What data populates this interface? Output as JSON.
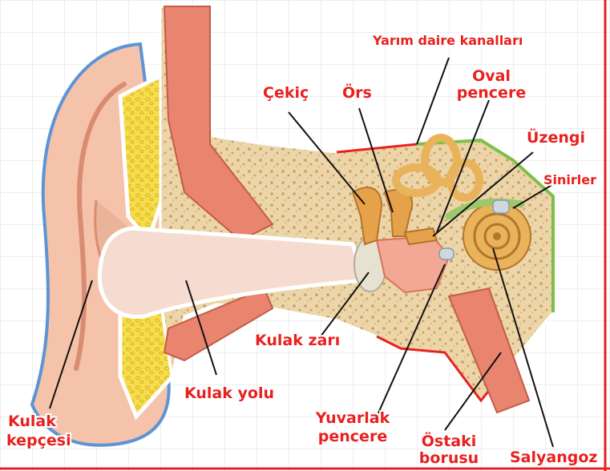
{
  "colors": {
    "label": "#e8211f",
    "frame": "#e8211f",
    "grid": "#d9d9d9",
    "bone": "#ecd5a8",
    "skin": "#f4c3aa",
    "canal": "#f6dcd0",
    "cartilage": "#f6de4a",
    "muscle": "#e9846f",
    "ossicle": "#e6a24a",
    "cochlea": "#e9b35c",
    "nerve": "#9cc86a",
    "outline_blue": "#5d94d6",
    "outline_green": "#7cc04a"
  },
  "labels": {
    "yarim_daire": "Yarım daire kanalları",
    "oval_1": "Oval",
    "oval_2": "pencere",
    "cekic": "Çekiç",
    "ors": "Örs",
    "uzengi": "Üzengi",
    "sinirler": "Sinirler",
    "kulak_zari": "Kulak zarı",
    "kulak_yolu": "Kulak yolu",
    "kulak_kepcesi_1": "Kulak",
    "kulak_kepcesi_2": "kepçesi",
    "yuvarlak_1": "Yuvarlak",
    "yuvarlak_2": "pencere",
    "ostaki_1": "Östaki",
    "ostaki_2": "borusu",
    "salyangoz": "Salyangoz"
  }
}
